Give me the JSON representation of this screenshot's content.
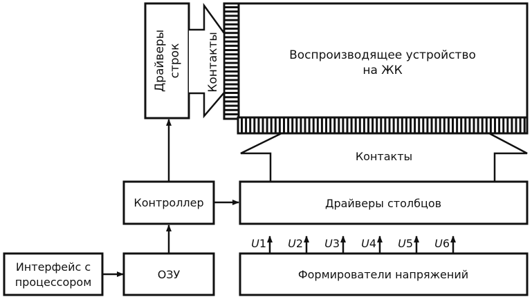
{
  "diagram": {
    "title": "LCD display block diagram",
    "blocks": {
      "display": {
        "line1": "Воспроизводящее устройство",
        "line2": "на ЖК"
      },
      "row_drivers": {
        "line1": "Драйверы",
        "line2": "строк"
      },
      "row_contacts": {
        "label": "Контакты"
      },
      "column_contacts": {
        "label": "Контакты"
      },
      "column_drivers": {
        "label": "Драйверы столбцов"
      },
      "controller": {
        "label": "Контроллер"
      },
      "ram": {
        "label": "ОЗУ"
      },
      "interface": {
        "line1": "Интерфейс с",
        "line2": "процессором"
      },
      "voltage_formers": {
        "label": "Формирователи напряжений"
      }
    },
    "voltages": [
      {
        "label": "U",
        "index": "1"
      },
      {
        "label": "U",
        "index": "2"
      },
      {
        "label": "U",
        "index": "3"
      },
      {
        "label": "U",
        "index": "4"
      },
      {
        "label": "U",
        "index": "5"
      },
      {
        "label": "U",
        "index": "6"
      }
    ],
    "connections": [
      {
        "from": "interface",
        "to": "ram"
      },
      {
        "from": "ram",
        "to": "controller"
      },
      {
        "from": "controller",
        "to": "row_drivers"
      },
      {
        "from": "controller",
        "to": "column_drivers"
      },
      {
        "from": "voltage_formers",
        "to": "column_drivers",
        "labels": [
          "U1",
          "U2",
          "U3",
          "U4",
          "U5",
          "U6"
        ]
      }
    ]
  }
}
